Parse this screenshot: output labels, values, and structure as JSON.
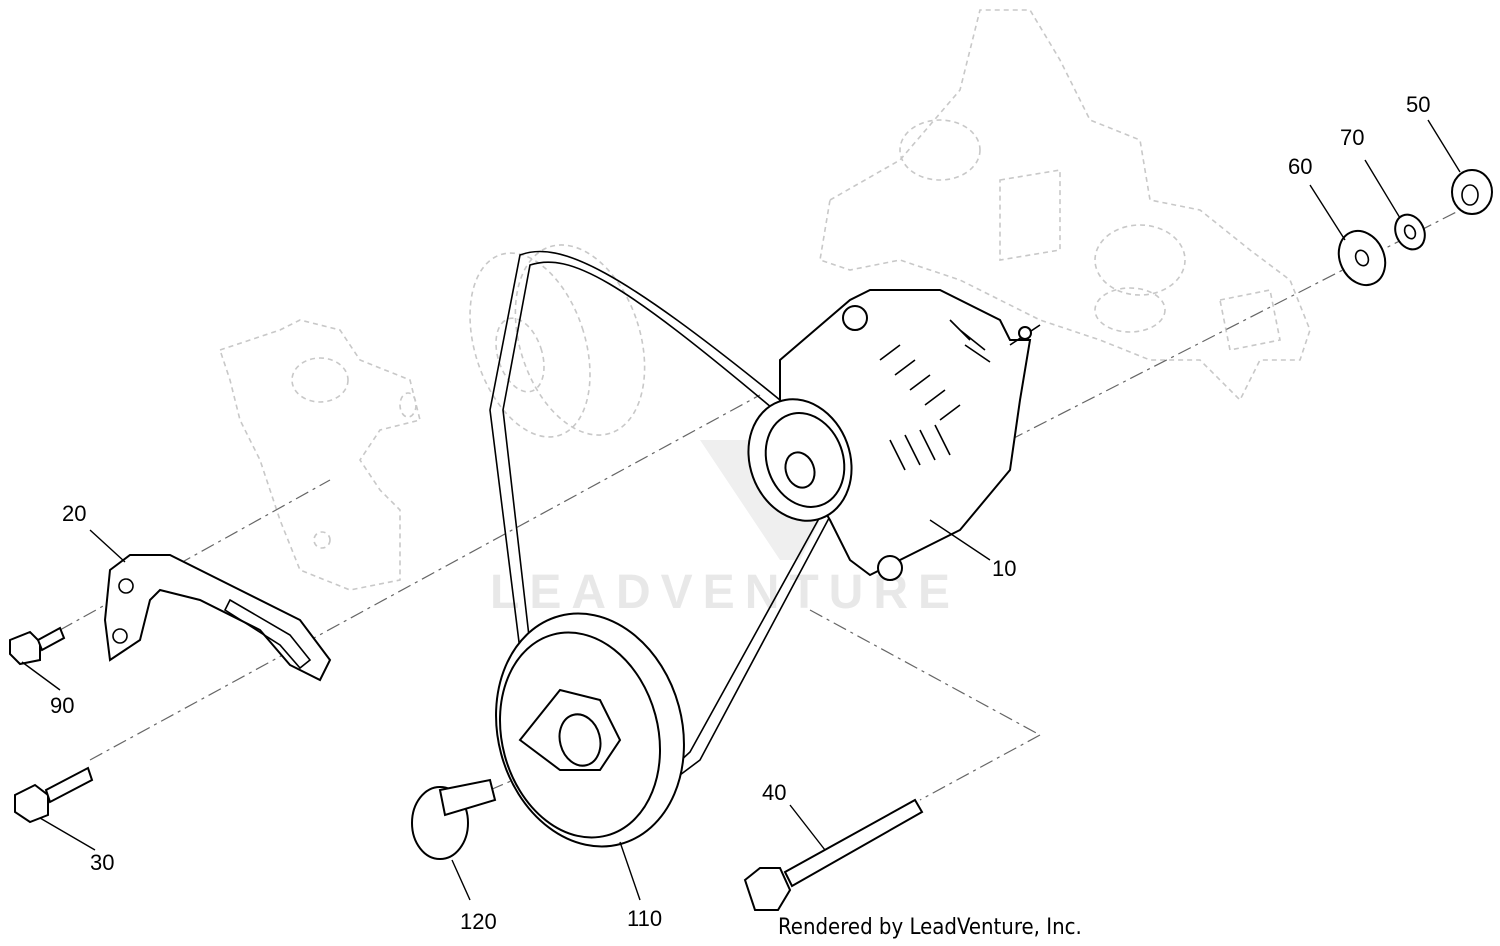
{
  "callouts": {
    "c10": "10",
    "c20": "20",
    "c30": "30",
    "c40": "40",
    "c50": "50",
    "c60": "60",
    "c70": "70",
    "c90": "90",
    "c110": "110",
    "c120": "120"
  },
  "watermark": "LEADVENTURE",
  "footer": "Rendered by LeadVenture, Inc."
}
